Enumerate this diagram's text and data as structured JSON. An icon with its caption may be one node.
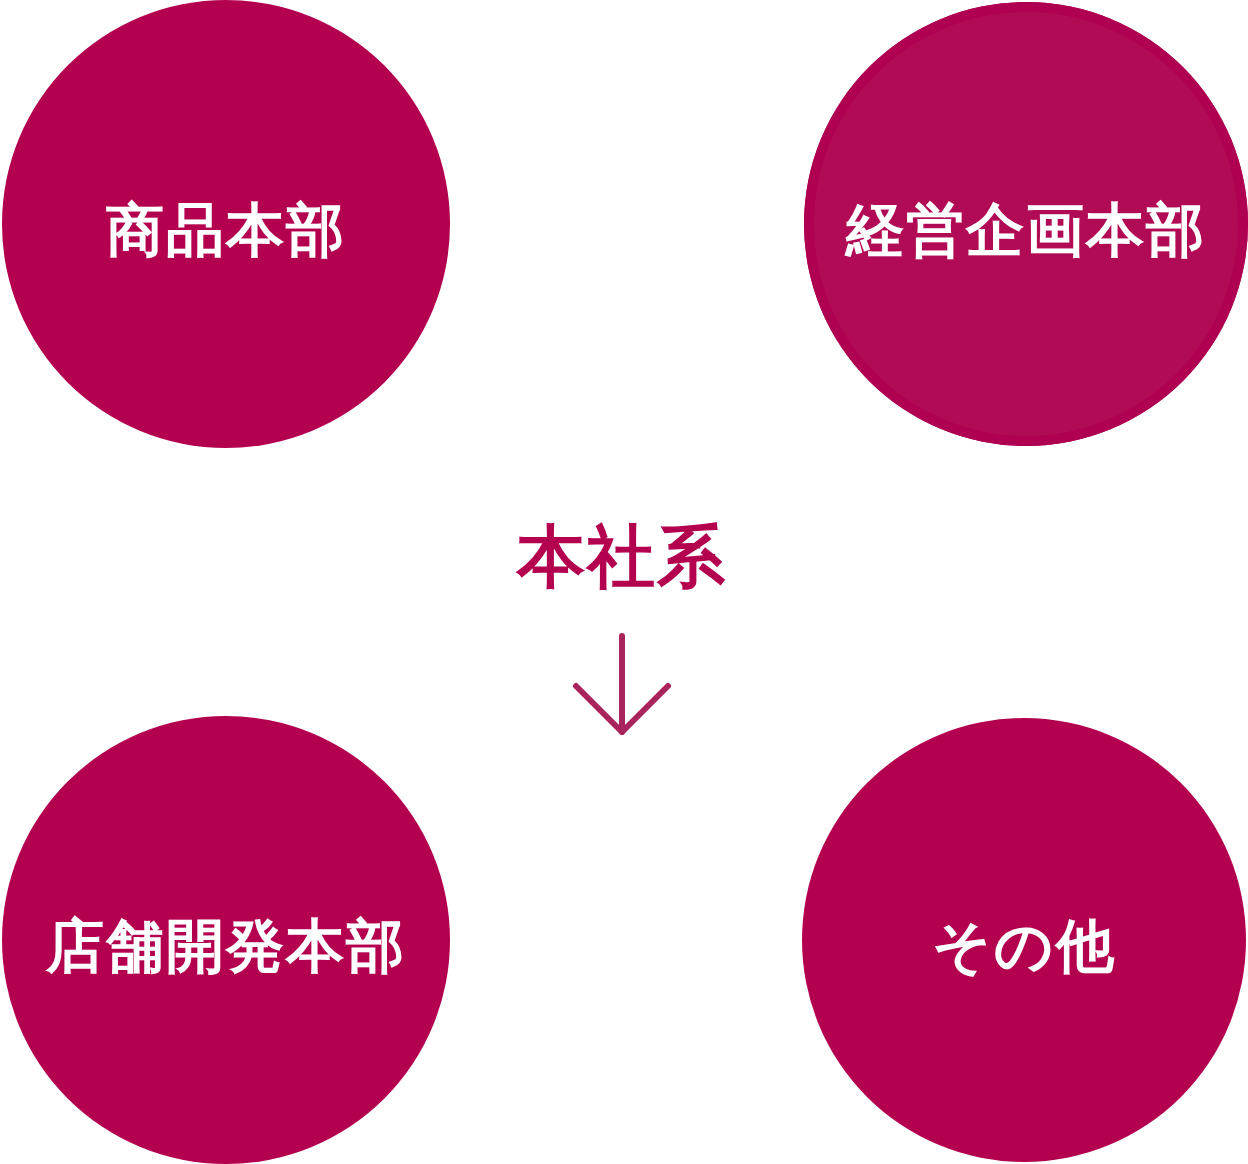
{
  "diagram": {
    "title": "本社系",
    "nodes": [
      {
        "text": [
          "商品本部"
        ]
      },
      {
        "text": [
          "経営企画本部"
        ]
      },
      {
        "text": [
          "店舗開発本部"
        ]
      },
      {
        "text": [
          "その他"
        ]
      }
    ]
  }
}
